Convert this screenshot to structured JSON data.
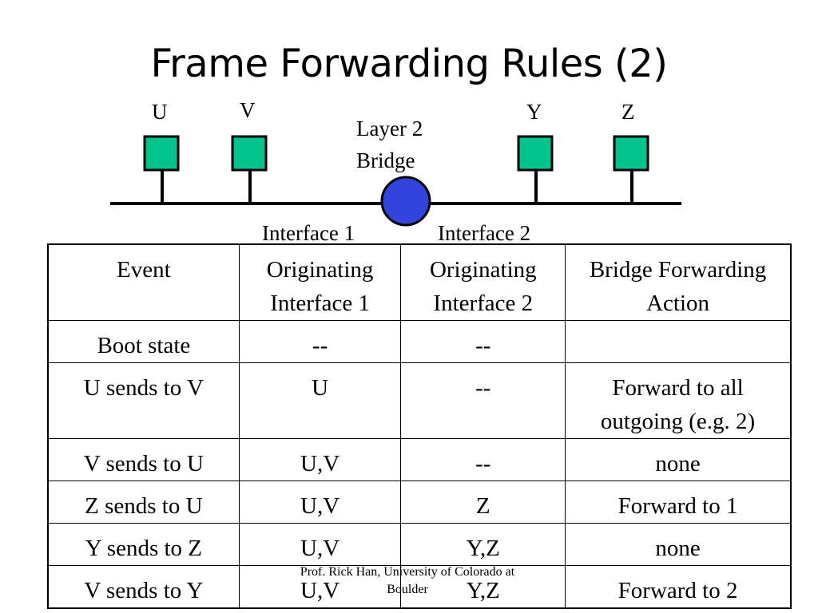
{
  "slide": {
    "title": "Frame Forwarding Rules (2)",
    "footer": "Prof. Rick Han, University of Colorado at Boulder"
  },
  "diagram": {
    "hosts": [
      "U",
      "V",
      "Y",
      "Z"
    ],
    "bridge_label_line1": "Layer 2",
    "bridge_label_line2": "Bridge",
    "interface1": "Interface 1",
    "interface2": "Interface 2",
    "host_color": "#00C48C",
    "bridge_color": "#3344DD"
  },
  "table": {
    "headers": [
      {
        "line1": "Event",
        "line2": ""
      },
      {
        "line1": "Originating",
        "line2": "Interface 1"
      },
      {
        "line1": "Originating",
        "line2": "Interface 2"
      },
      {
        "line1": "Bridge Forwarding",
        "line2": "Action"
      }
    ],
    "rows": [
      {
        "event": "Boot state",
        "if1": "--",
        "if2": "--",
        "action": ""
      },
      {
        "event": "U sends to V",
        "if1": "U",
        "if2": "--",
        "action": "Forward to all outgoing (e.g. 2)"
      },
      {
        "event": "V sends to U",
        "if1": "U,V",
        "if2": "--",
        "action": "none"
      },
      {
        "event": "Z sends to U",
        "if1": "U,V",
        "if2": "Z",
        "action": "Forward to 1"
      },
      {
        "event": "Y sends to Z",
        "if1": "U,V",
        "if2": "Y,Z",
        "action": "none"
      },
      {
        "event": "V sends to Y",
        "if1": "U,V",
        "if2": "Y,Z",
        "action": "Forward to 2"
      }
    ]
  }
}
